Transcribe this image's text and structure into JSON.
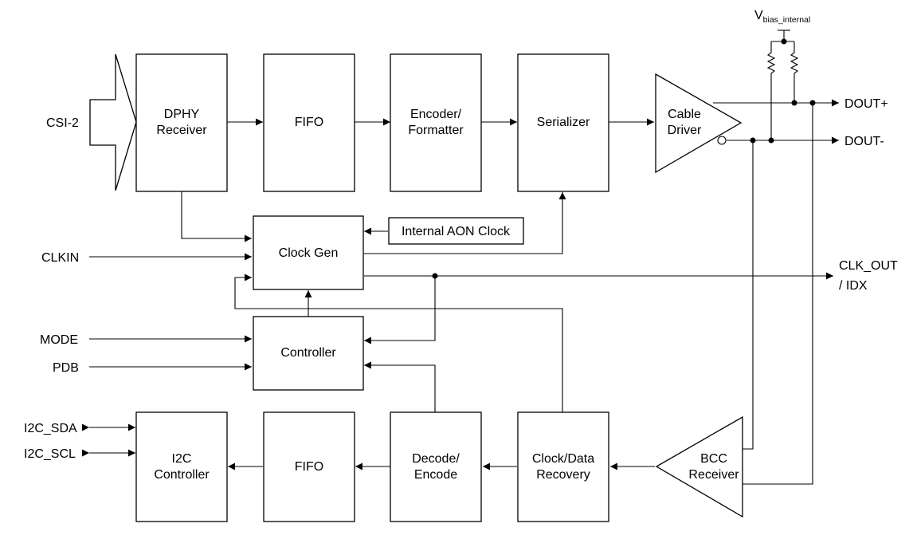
{
  "blocks": {
    "dphy_receiver": [
      "DPHY",
      "Receiver"
    ],
    "fifo_tx": [
      "FIFO"
    ],
    "encoder_formatter": [
      "Encoder/",
      "Formatter"
    ],
    "serializer": [
      "Serializer"
    ],
    "cable_driver": [
      "Cable",
      "Driver"
    ],
    "clock_gen": [
      "Clock Gen"
    ],
    "internal_aon_clock": [
      "Internal AON Clock"
    ],
    "controller": [
      "Controller"
    ],
    "i2c_controller": [
      "I2C",
      "Controller"
    ],
    "fifo_rx": [
      "FIFO"
    ],
    "decode_encode": [
      "Decode/",
      "Encode"
    ],
    "clock_data_recovery": [
      "Clock/Data",
      "Recovery"
    ],
    "bcc_receiver": [
      "BCC",
      "Receiver"
    ]
  },
  "signals": {
    "csi2": "CSI-2",
    "clkin": "CLKIN",
    "mode": "MODE",
    "pdb": "PDB",
    "i2c_sda": "I2C_SDA",
    "i2c_scl": "I2C_SCL",
    "dout_plus": "DOUT+",
    "dout_minus": "DOUT-",
    "clk_out": "CLK_OUT",
    "idx": "/ IDX"
  },
  "vbias": {
    "main": "V",
    "subscript": "bias_internal"
  }
}
